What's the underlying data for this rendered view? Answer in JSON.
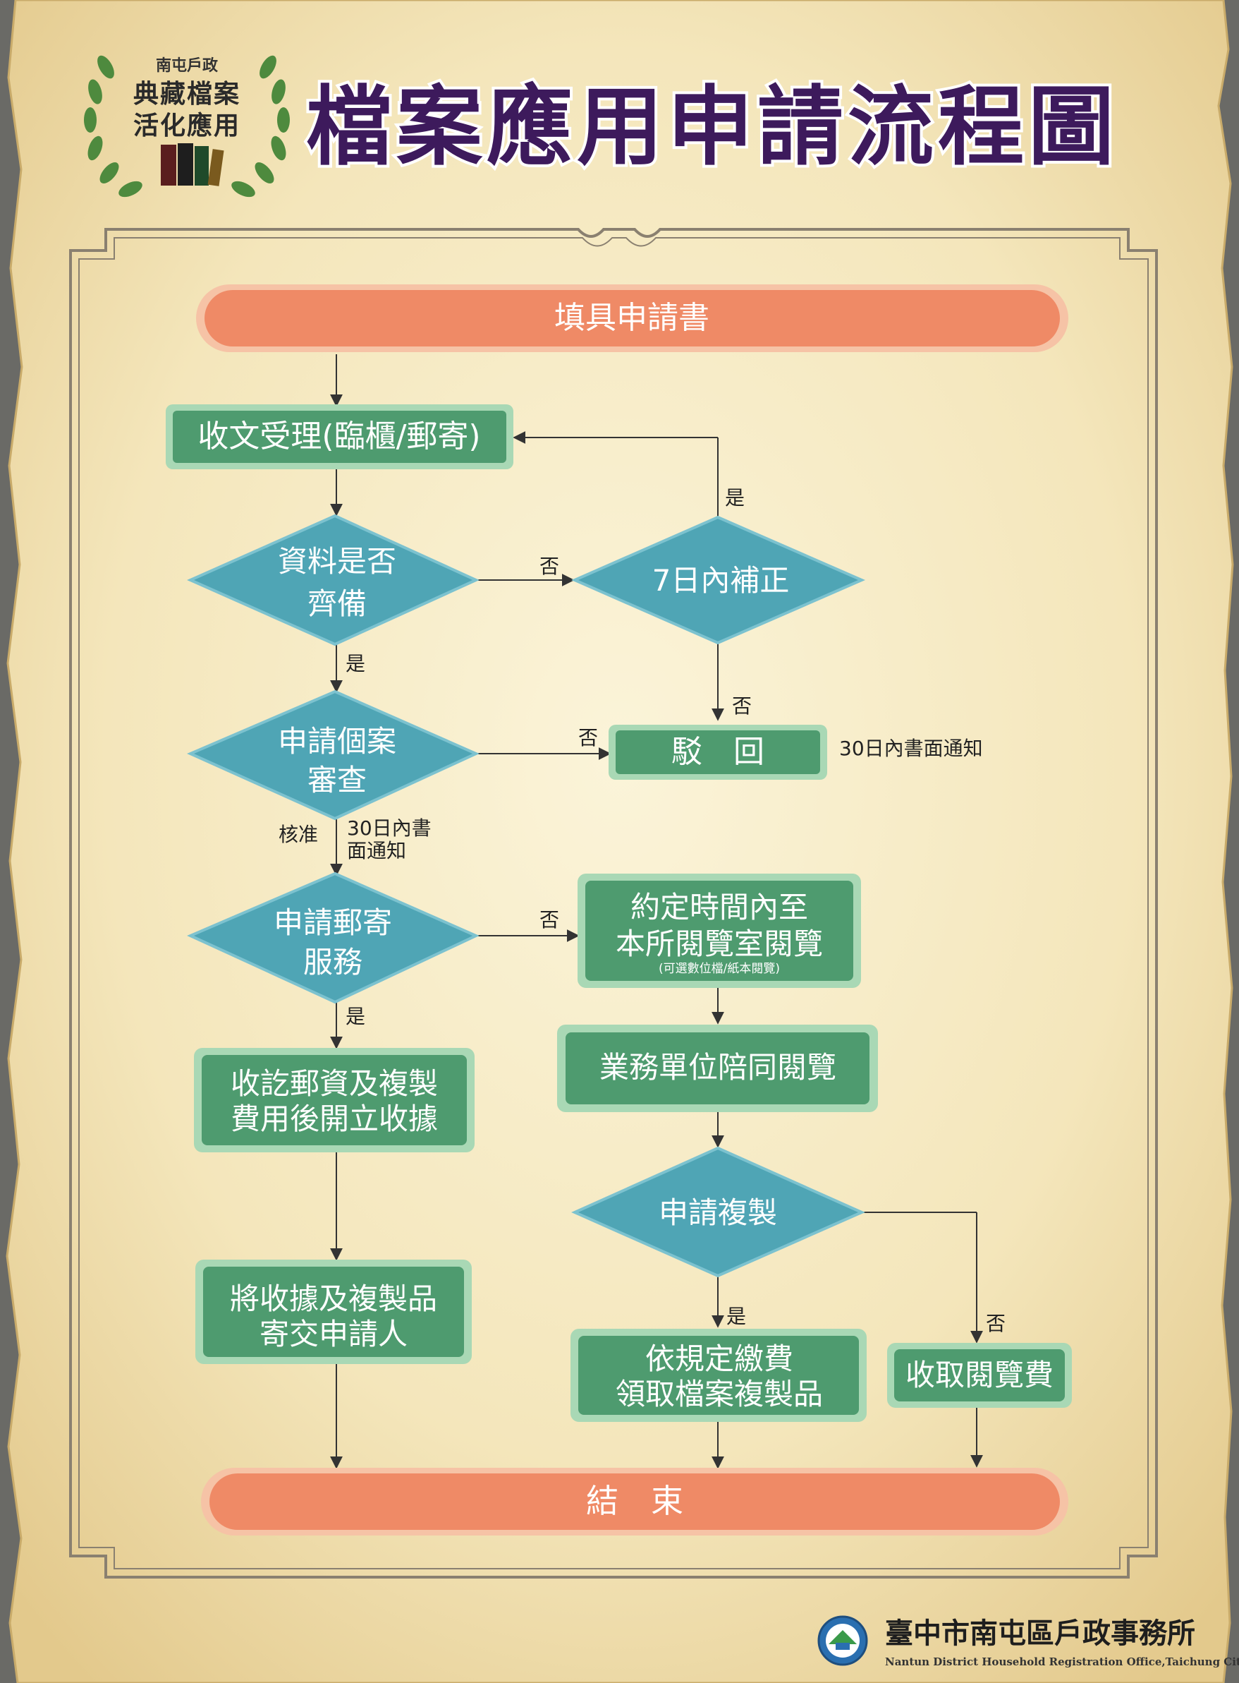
{
  "header": {
    "title": "檔案應用申請流程圖",
    "logo": {
      "top_label": "南屯戶政",
      "line1": "典藏檔案",
      "line2": "活化應用"
    }
  },
  "nodes": {
    "start": "填具申請書",
    "receive": "收文受理(臨櫃/郵寄)",
    "complete_line1": "資料是否",
    "complete_line2": "齊備",
    "correct": "7日內補正",
    "review_line1": "申請個案",
    "review_line2": "審查",
    "reject": "駁　回",
    "mail_line1": "申請郵寄",
    "mail_line2": "服務",
    "visit_line1": "約定時間內至",
    "visit_line2": "本所閱覽室閱覽",
    "visit_note": "(可選數位檔/紙本閱覽)",
    "accompany": "業務單位陪同閱覽",
    "copy": "申請複製",
    "fee_line1": "收訖郵資及複製",
    "fee_line2": "費用後開立收據",
    "send_line1": "將收據及複製品",
    "send_line2": "寄交申請人",
    "pay_line1": "依規定繳費",
    "pay_line2": "領取檔案複製品",
    "viewfee": "收取閱覽費",
    "end": "結　束"
  },
  "labels": {
    "yes": "是",
    "no": "否",
    "approved": "核准",
    "notice30_line1": "30日內書",
    "notice30_line2": "面通知",
    "notice30_inline": "30日內書面通知"
  },
  "footer": {
    "org_name": "臺中市南屯區戶政事務所",
    "org_name_en": "Nantun District Household Registration Office,Taichung City"
  },
  "colors": {
    "parchment": "#f6ecc6",
    "oval_fill": "#ef8a66",
    "oval_rim": "#f6c3a6",
    "box_fill": "#4e9b6f",
    "box_rim": "#a9d8b5",
    "diamond_fill": "#4fa5b5",
    "title_color": "#3d1a5c"
  }
}
